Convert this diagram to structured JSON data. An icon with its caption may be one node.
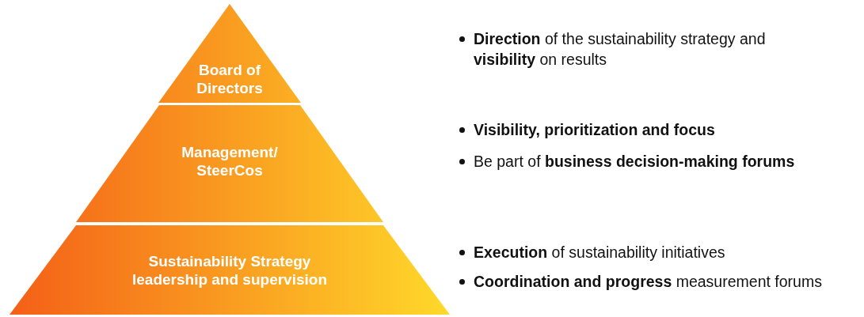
{
  "diagram": {
    "nodes": [
      {
        "text": [
          "Board of Directors"
        ]
      },
      {
        "text": [
          "Management/ SteerCos"
        ]
      },
      {
        "text": [
          "Sustainability Strategy leadership and supervision"
        ]
      }
    ],
    "labels": [
      "**Direction** of the sustainability strategy and **visibility** on results",
      "Visibility, prioritization and focus",
      "Be part of **business decision-making forums**",
      "**Execution** of sustainability initiatives",
      "**Coordination and progress** measurement forums"
    ]
  }
}
